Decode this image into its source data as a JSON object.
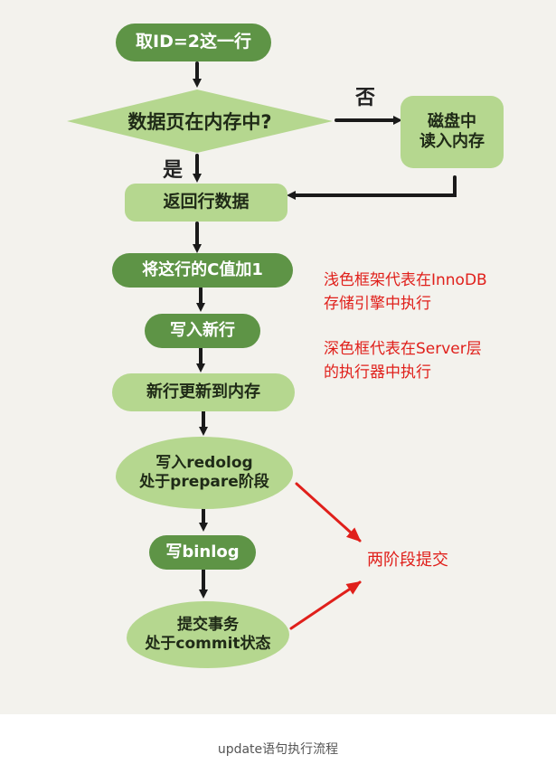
{
  "nodes": {
    "fetch_row": "取ID=2这一行",
    "decision": "数据页在内存中?",
    "disk_read": "磁盘中\n读入内存",
    "return_row": "返回行数据",
    "add_one": "将这行的C值加1",
    "write_row": "写入新行",
    "update_mem": "新行更新到内存",
    "write_redolog": "写入redolog\n处于prepare阶段",
    "write_binlog": "写binlog",
    "commit": "提交事务\n处于commit状态"
  },
  "branch_labels": {
    "no": "否",
    "yes": "是"
  },
  "legend": {
    "light": "浅色框架代表在InnoDB\n存储引擎中执行",
    "dark": "深色框代表在Server层\n的执行器中执行"
  },
  "two_phase_label": "两阶段提交",
  "caption": "update语句执行流程",
  "colors": {
    "dark_box": "#5e9446",
    "light_box": "#b5d78f",
    "annotation": "#e0201b",
    "arrow": "#1a1a1a"
  }
}
